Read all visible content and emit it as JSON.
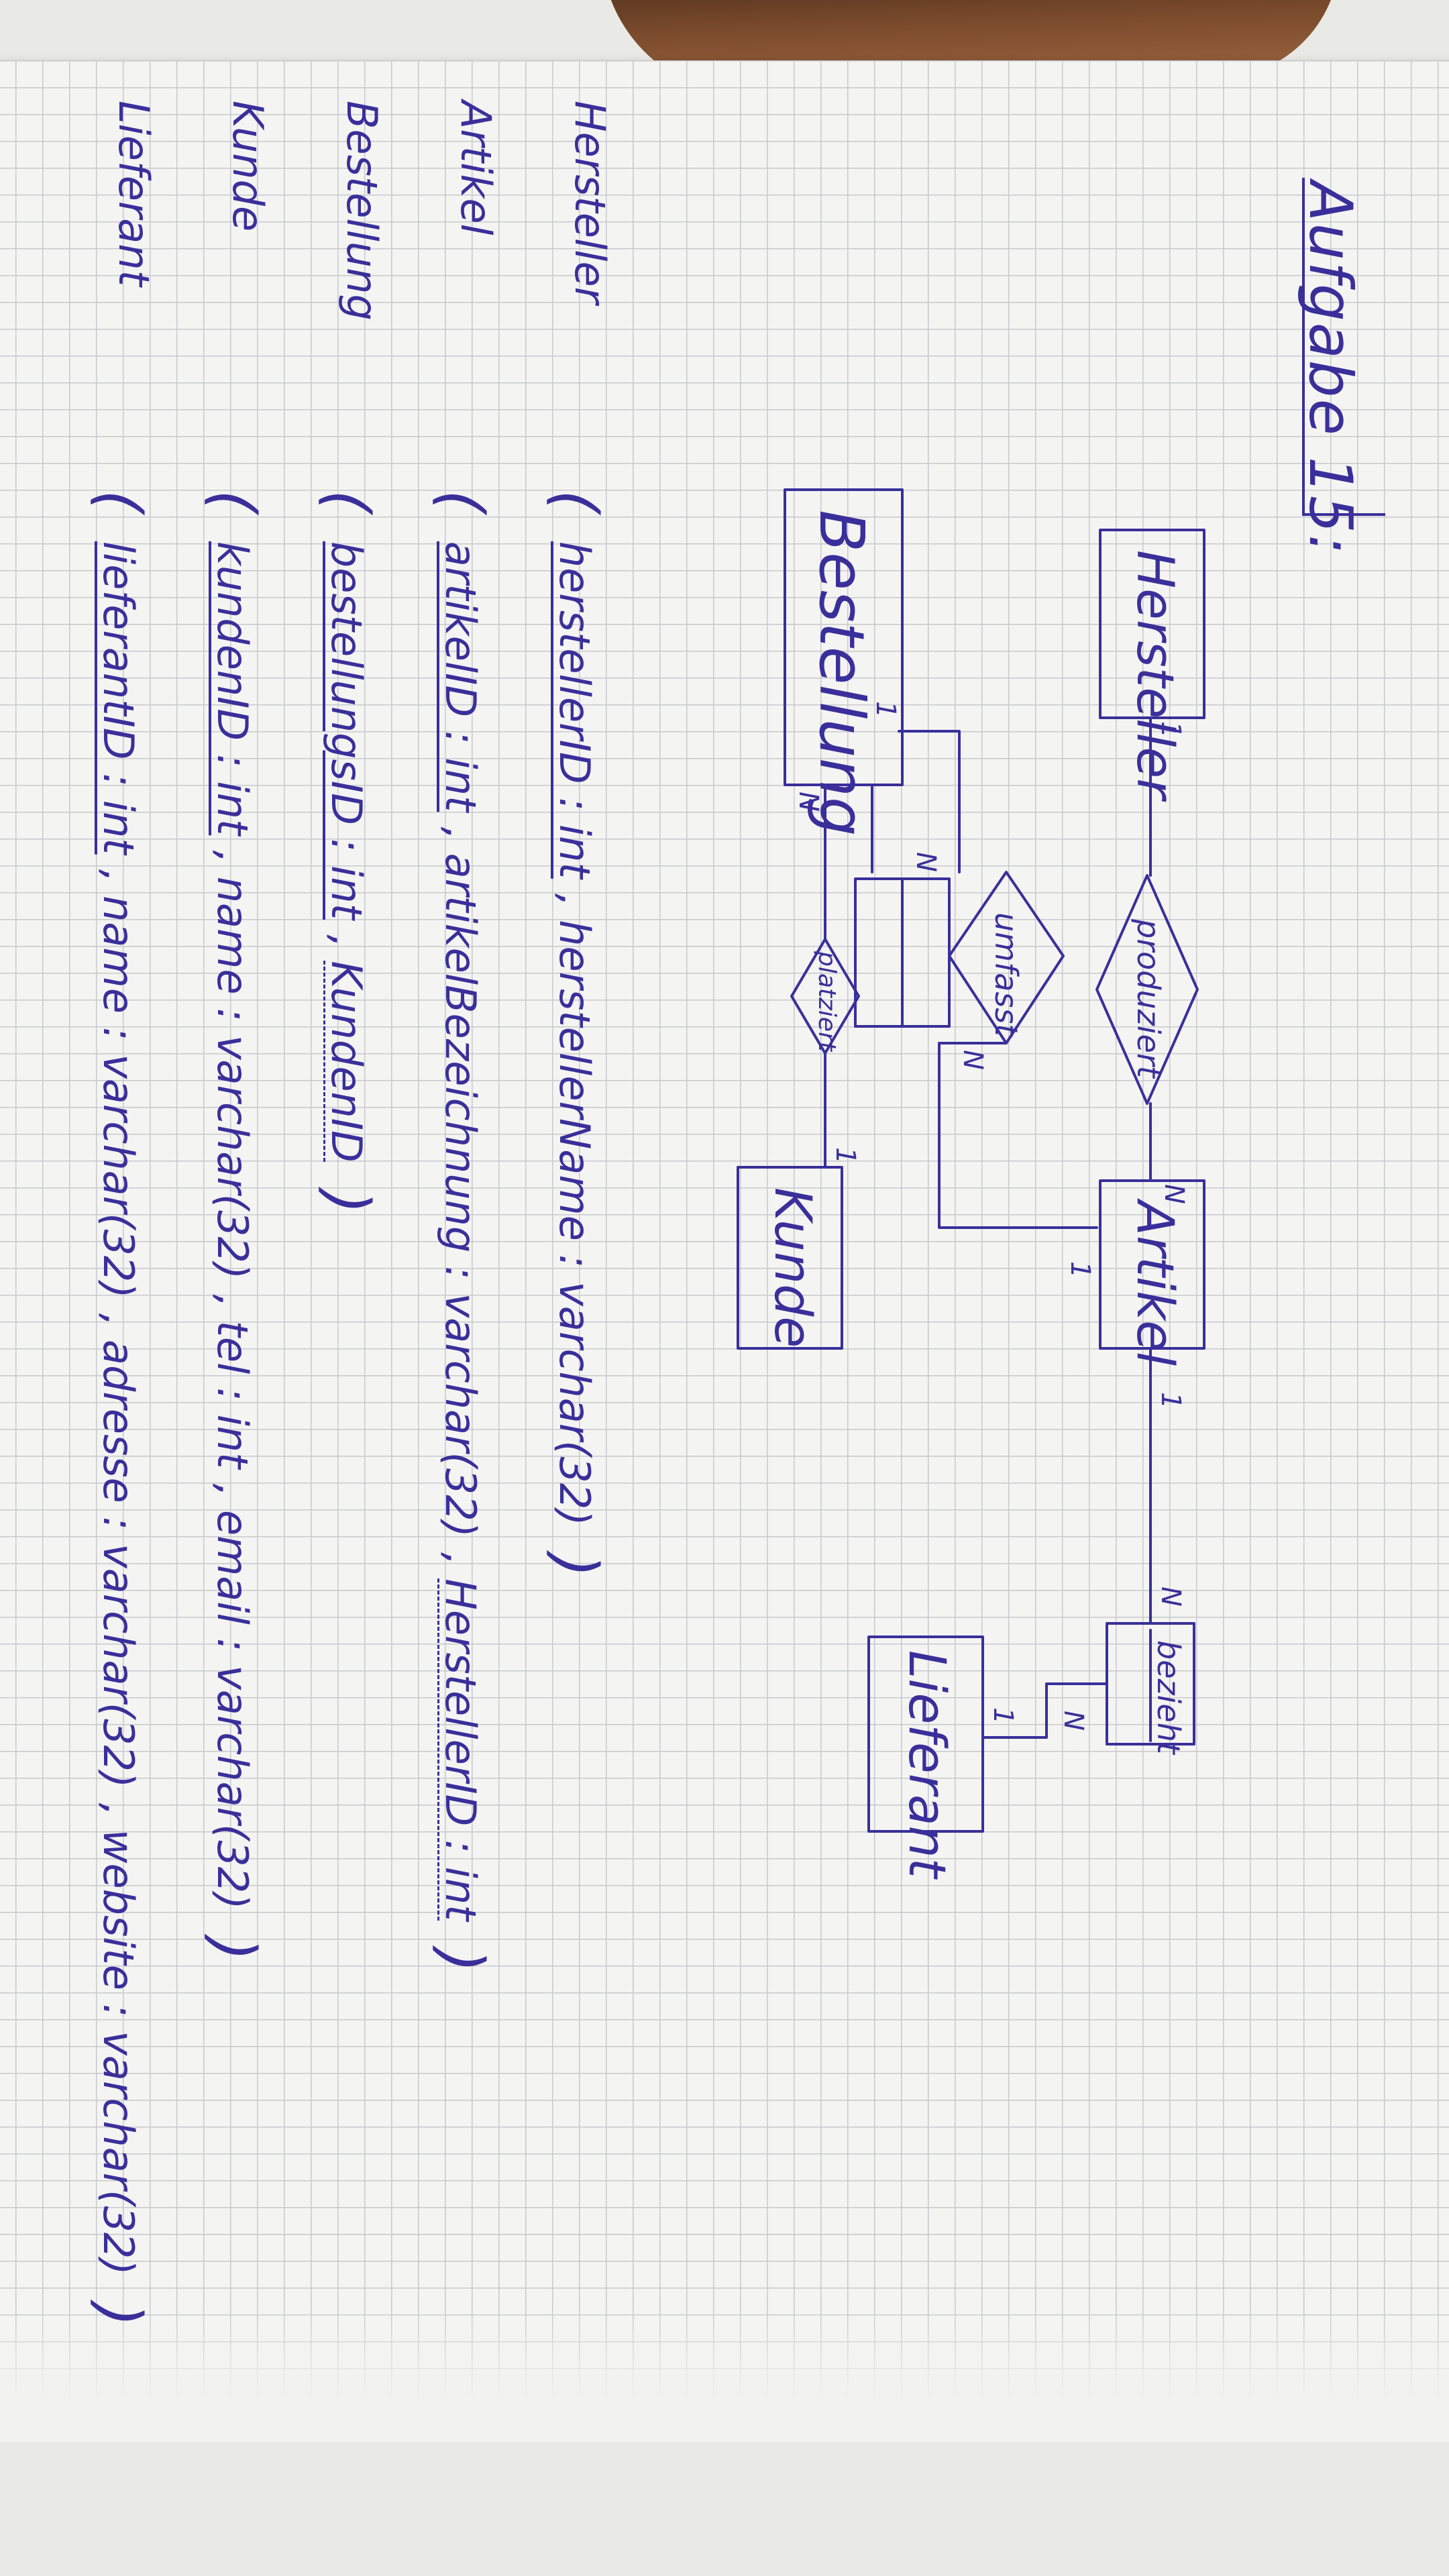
{
  "title": "Aufgabe 15:",
  "er_diagram": {
    "entities": {
      "hersteller": "Hersteller",
      "bestellung": "Bestellung",
      "artikel": "Artikel",
      "kunde": "Kunde",
      "lieferant": "Lieferant"
    },
    "relationships": {
      "produziert": "produziert",
      "umfasst": "umfasst",
      "platziert": "platziert",
      "bezieht": "bezieht"
    },
    "cardinalities": {
      "hersteller_produziert": "1",
      "produziert_artikel": "N",
      "bestellung_umfasst": "N",
      "umfasst_artikel": "N",
      "bestellung_platziert": "N",
      "platziert_kunde": "1",
      "bestellung_top": "1",
      "artikel_top": "1",
      "artikel_bezieht": "1",
      "bezieht_artikel_side": "N",
      "bezieht_lieferant_side": "N",
      "lieferant_bezieht": "1"
    }
  },
  "schema": [
    {
      "name": "Hersteller",
      "attributes": [
        {
          "text": "herstellerID : int",
          "key": "pk"
        },
        {
          "text": "herstellerName : varchar(32)",
          "key": ""
        }
      ]
    },
    {
      "name": "Artikel",
      "attributes": [
        {
          "text": "artikelID : int",
          "key": "pk"
        },
        {
          "text": "artikelBezeichnung : varchar(32)",
          "key": ""
        },
        {
          "text": "HerstellerID : int",
          "key": "fk"
        }
      ]
    },
    {
      "name": "Bestellung",
      "attributes": [
        {
          "text": "bestellungsID : int",
          "key": "pk"
        },
        {
          "text": "KundenID",
          "key": "fk"
        }
      ]
    },
    {
      "name": "Kunde",
      "attributes": [
        {
          "text": "kundenID : int",
          "key": "pk"
        },
        {
          "text": "name : varchar(32)",
          "key": ""
        },
        {
          "text": "tel : int",
          "key": ""
        },
        {
          "text": "email : varchar(32)",
          "key": ""
        }
      ]
    },
    {
      "name": "Lieferant",
      "attributes": [
        {
          "text": "lieferantID : int",
          "key": "pk"
        },
        {
          "text": "name : varchar(32)",
          "key": ""
        },
        {
          "text": "adresse : varchar(32)",
          "key": ""
        },
        {
          "text": "website : varchar(32)",
          "key": ""
        }
      ]
    }
  ],
  "colors": {
    "ink": "#3a2f9a",
    "paper": "#f4f4f2",
    "grid": "#c7c9cc"
  }
}
